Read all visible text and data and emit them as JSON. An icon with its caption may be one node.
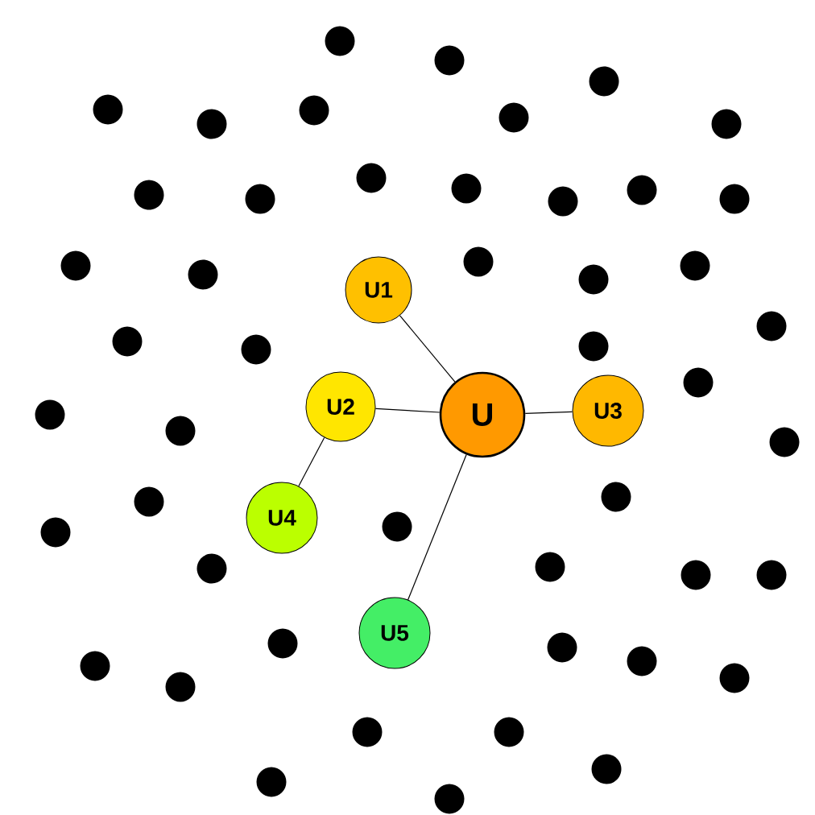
{
  "diagram": {
    "nodes": [
      {
        "text": [
          "U"
        ]
      },
      {
        "text": [
          "U1"
        ]
      },
      {
        "text": [
          "U2"
        ]
      },
      {
        "text": [
          "U3"
        ]
      },
      {
        "text": [
          "U4"
        ]
      },
      {
        "text": [
          "U5"
        ]
      },
      {
        "text": [],
        "shape": "circle"
      },
      {
        "text": [],
        "shape": "circle"
      },
      {
        "text": [],
        "shape": "circle"
      },
      {
        "text": [],
        "shape": "circle"
      },
      {
        "text": [],
        "shape": "circle"
      },
      {
        "text": [],
        "shape": "circle"
      },
      {
        "text": [],
        "shape": "circle"
      },
      {
        "text": [],
        "shape": "circle"
      },
      {
        "text": [],
        "shape": "circle"
      },
      {
        "text": [],
        "shape": "circle"
      },
      {
        "text": [],
        "shape": "circle"
      },
      {
        "text": [],
        "shape": "circle"
      },
      {
        "text": [],
        "shape": "circle"
      },
      {
        "text": [],
        "shape": "circle"
      },
      {
        "text": [],
        "shape": "circle"
      },
      {
        "text": [],
        "shape": "circle"
      },
      {
        "text": [],
        "shape": "circle"
      },
      {
        "text": [],
        "shape": "circle"
      },
      {
        "text": [],
        "shape": "circle"
      },
      {
        "text": [],
        "shape": "circle"
      },
      {
        "text": [],
        "shape": "circle"
      },
      {
        "text": [],
        "shape": "circle"
      },
      {
        "text": [],
        "shape": "circle"
      },
      {
        "text": [],
        "shape": "circle"
      },
      {
        "text": [],
        "shape": "circle"
      },
      {
        "text": [],
        "shape": "circle"
      },
      {
        "text": [],
        "shape": "circle"
      },
      {
        "text": [],
        "shape": "circle"
      },
      {
        "text": [],
        "shape": "circle"
      },
      {
        "text": [],
        "shape": "circle"
      },
      {
        "text": [],
        "shape": "circle"
      },
      {
        "text": [],
        "shape": "circle"
      },
      {
        "text": [],
        "shape": "circle"
      },
      {
        "text": [],
        "shape": "circle"
      },
      {
        "text": [],
        "shape": "circle"
      },
      {
        "text": [],
        "shape": "circle"
      },
      {
        "text": [],
        "shape": "circle"
      },
      {
        "text": [],
        "shape": "circle"
      },
      {
        "text": [],
        "shape": "circle"
      },
      {
        "text": [],
        "shape": "circle"
      },
      {
        "text": [],
        "shape": "circle"
      },
      {
        "text": [],
        "shape": "circle"
      },
      {
        "text": [],
        "shape": "circle"
      },
      {
        "text": [],
        "shape": "circle"
      },
      {
        "text": [],
        "shape": "circle"
      },
      {
        "text": [],
        "shape": "circle"
      },
      {
        "text": [],
        "shape": "circle"
      }
    ],
    "edges": [
      {
        "from": 0,
        "to": 1,
        "arrow": "none"
      },
      {
        "from": 0,
        "to": 2,
        "arrow": "none"
      },
      {
        "from": 0,
        "to": 3,
        "arrow": "none"
      },
      {
        "from": 2,
        "to": 4,
        "arrow": "none"
      },
      {
        "from": 0,
        "to": 5,
        "arrow": "none"
      }
    ]
  }
}
